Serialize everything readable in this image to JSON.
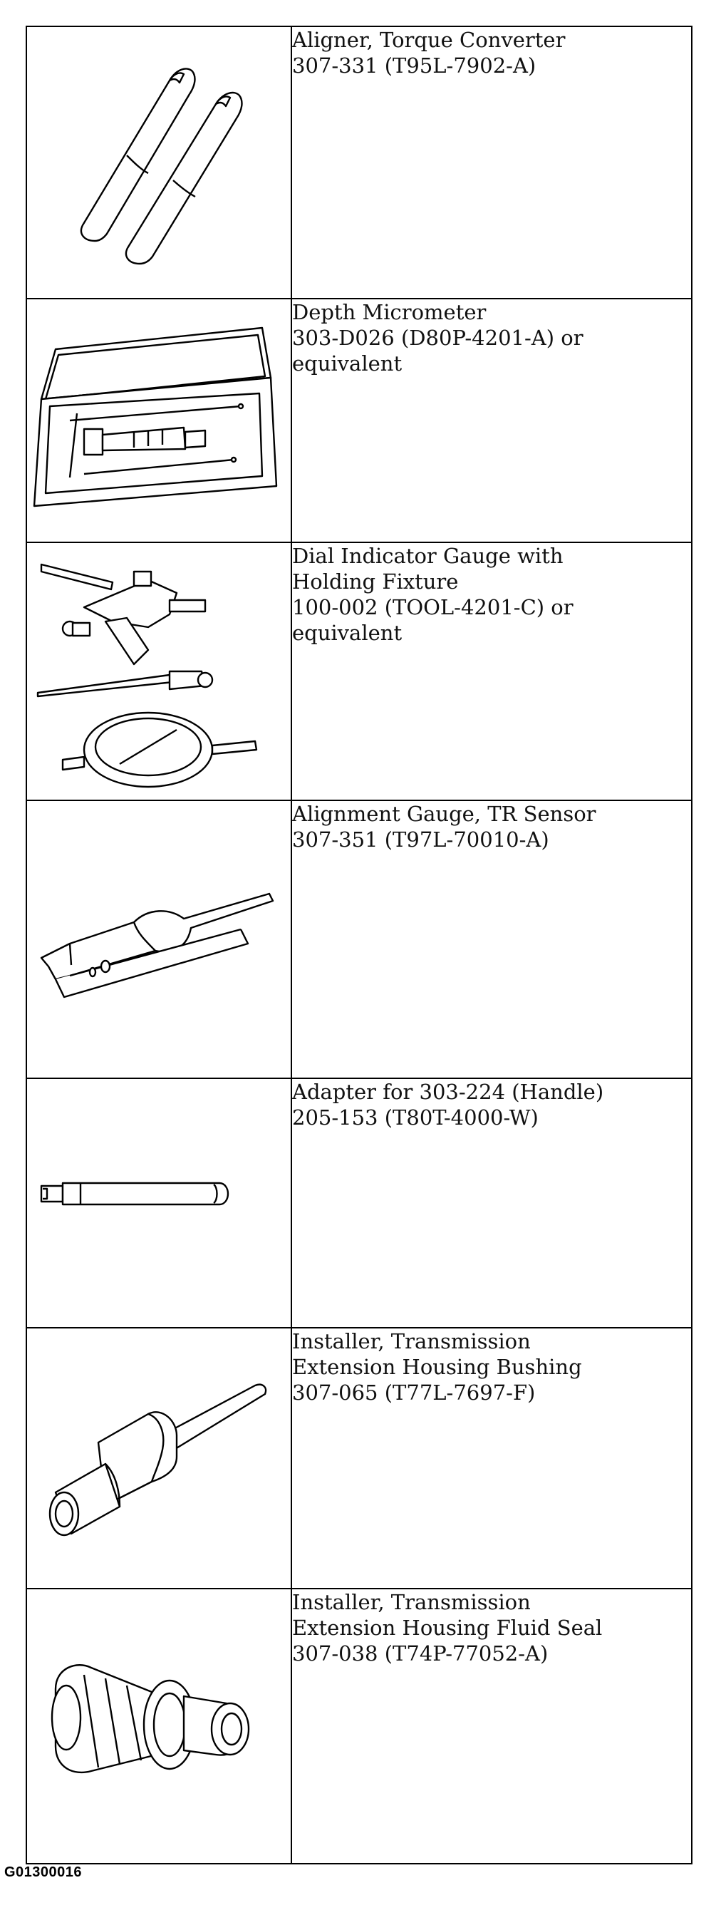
{
  "tools": [
    {
      "illustration_icon": "torque-converter-aligner-icon",
      "lines": [
        "Aligner, Torque Converter",
        "307-331 (T95L-7902-A)"
      ]
    },
    {
      "illustration_icon": "depth-micrometer-icon",
      "lines": [
        "Depth Micrometer",
        "303-D026 (D80P-4201-A) or",
        "equivalent"
      ]
    },
    {
      "illustration_icon": "dial-indicator-icon",
      "lines": [
        "Dial Indicator Gauge with",
        "Holding Fixture",
        "100-002 (TOOL-4201-C) or",
        "equivalent"
      ]
    },
    {
      "illustration_icon": "tr-sensor-alignment-gauge-icon",
      "lines": [
        "Alignment Gauge, TR Sensor",
        "307-351 (T97L-70010-A)"
      ]
    },
    {
      "illustration_icon": "handle-adapter-icon",
      "lines": [
        "Adapter for 303-224 (Handle)",
        "205-153 (T80T-4000-W)"
      ]
    },
    {
      "illustration_icon": "bushing-installer-icon",
      "lines": [
        "Installer, Transmission",
        "Extension Housing Bushing",
        "307-065 (T77L-7697-F)"
      ]
    },
    {
      "illustration_icon": "fluid-seal-installer-icon",
      "lines": [
        "Installer, Transmission",
        "Extension Housing Fluid Seal",
        "307-038 (T74P-77052-A)"
      ]
    }
  ],
  "figure_code": "G01300016"
}
